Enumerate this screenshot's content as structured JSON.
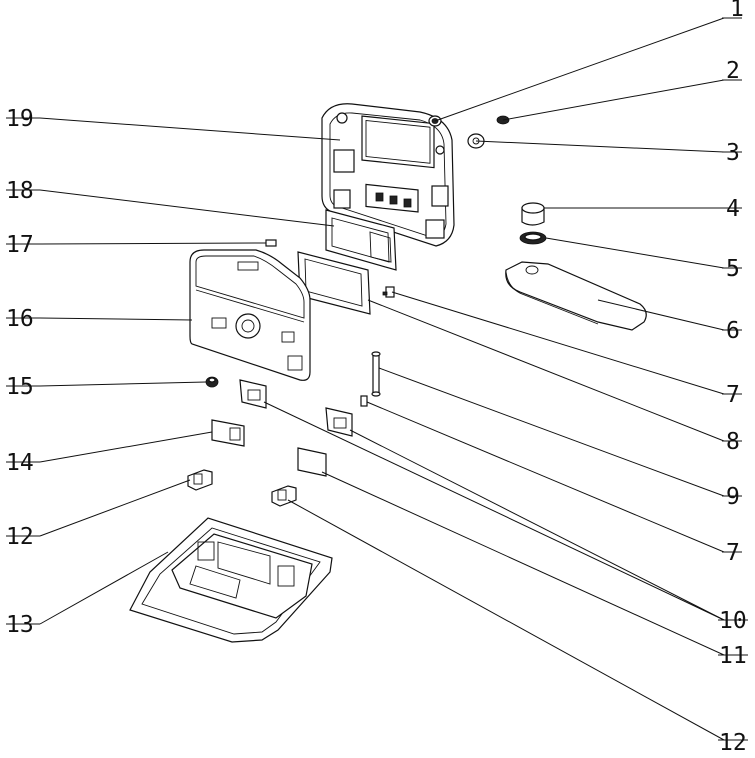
{
  "diagram": {
    "type": "exploded-assembly",
    "callouts": [
      {
        "id": "c1",
        "label": "1"
      },
      {
        "id": "c2",
        "label": "2"
      },
      {
        "id": "c3",
        "label": "3"
      },
      {
        "id": "c4",
        "label": "4"
      },
      {
        "id": "c5",
        "label": "5"
      },
      {
        "id": "c6",
        "label": "6"
      },
      {
        "id": "c7a",
        "label": "7"
      },
      {
        "id": "c8",
        "label": "8"
      },
      {
        "id": "c9",
        "label": "9"
      },
      {
        "id": "c7b",
        "label": "7"
      },
      {
        "id": "c10",
        "label": "10"
      },
      {
        "id": "c11",
        "label": "11"
      },
      {
        "id": "c12a",
        "label": "12"
      },
      {
        "id": "c19",
        "label": "19"
      },
      {
        "id": "c18",
        "label": "18"
      },
      {
        "id": "c17",
        "label": "17"
      },
      {
        "id": "c16",
        "label": "16"
      },
      {
        "id": "c15",
        "label": "15"
      },
      {
        "id": "c14",
        "label": "14"
      },
      {
        "id": "c12b",
        "label": "12"
      },
      {
        "id": "c13",
        "label": "13"
      }
    ]
  }
}
